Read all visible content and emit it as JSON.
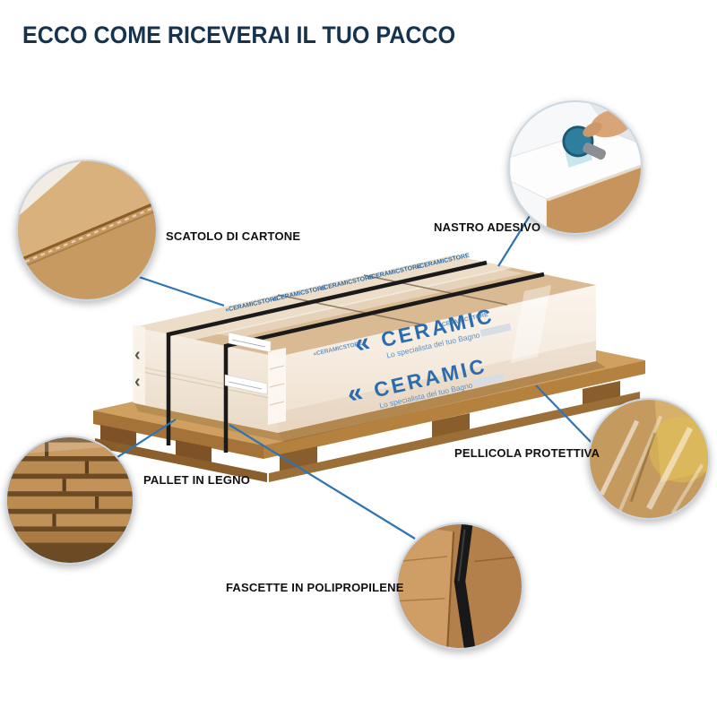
{
  "page": {
    "title": "ECCO COME RICEVERAI IL TUO PACCO"
  },
  "brand": {
    "name": "CERAMIC",
    "tagline": "Lo specialista del tuo Bagno",
    "chevron": "«",
    "mini_logo": "«CERAMICSTORE",
    "corner_mark": "‹",
    "logo_color": "#2a6cb0"
  },
  "callouts": [
    {
      "id": "scatolo",
      "label": "SCATOLO DI CARTONE"
    },
    {
      "id": "nastro",
      "label": "NASTRO ADESIVO"
    },
    {
      "id": "pallet",
      "label": "PALLET IN LEGNO"
    },
    {
      "id": "pellicola",
      "label": "PELLICOLA PROTETTIVA"
    },
    {
      "id": "fascette",
      "label": "FASCETTE IN POLIPROPILENE"
    }
  ],
  "colors": {
    "title": "#16334e",
    "connector_line": "#2e74b5",
    "cardboard": "#d9ba93",
    "pallet_wood": "#cfa05f",
    "strap": "#1a1a1a",
    "wrap_film": "#f7efe5"
  }
}
